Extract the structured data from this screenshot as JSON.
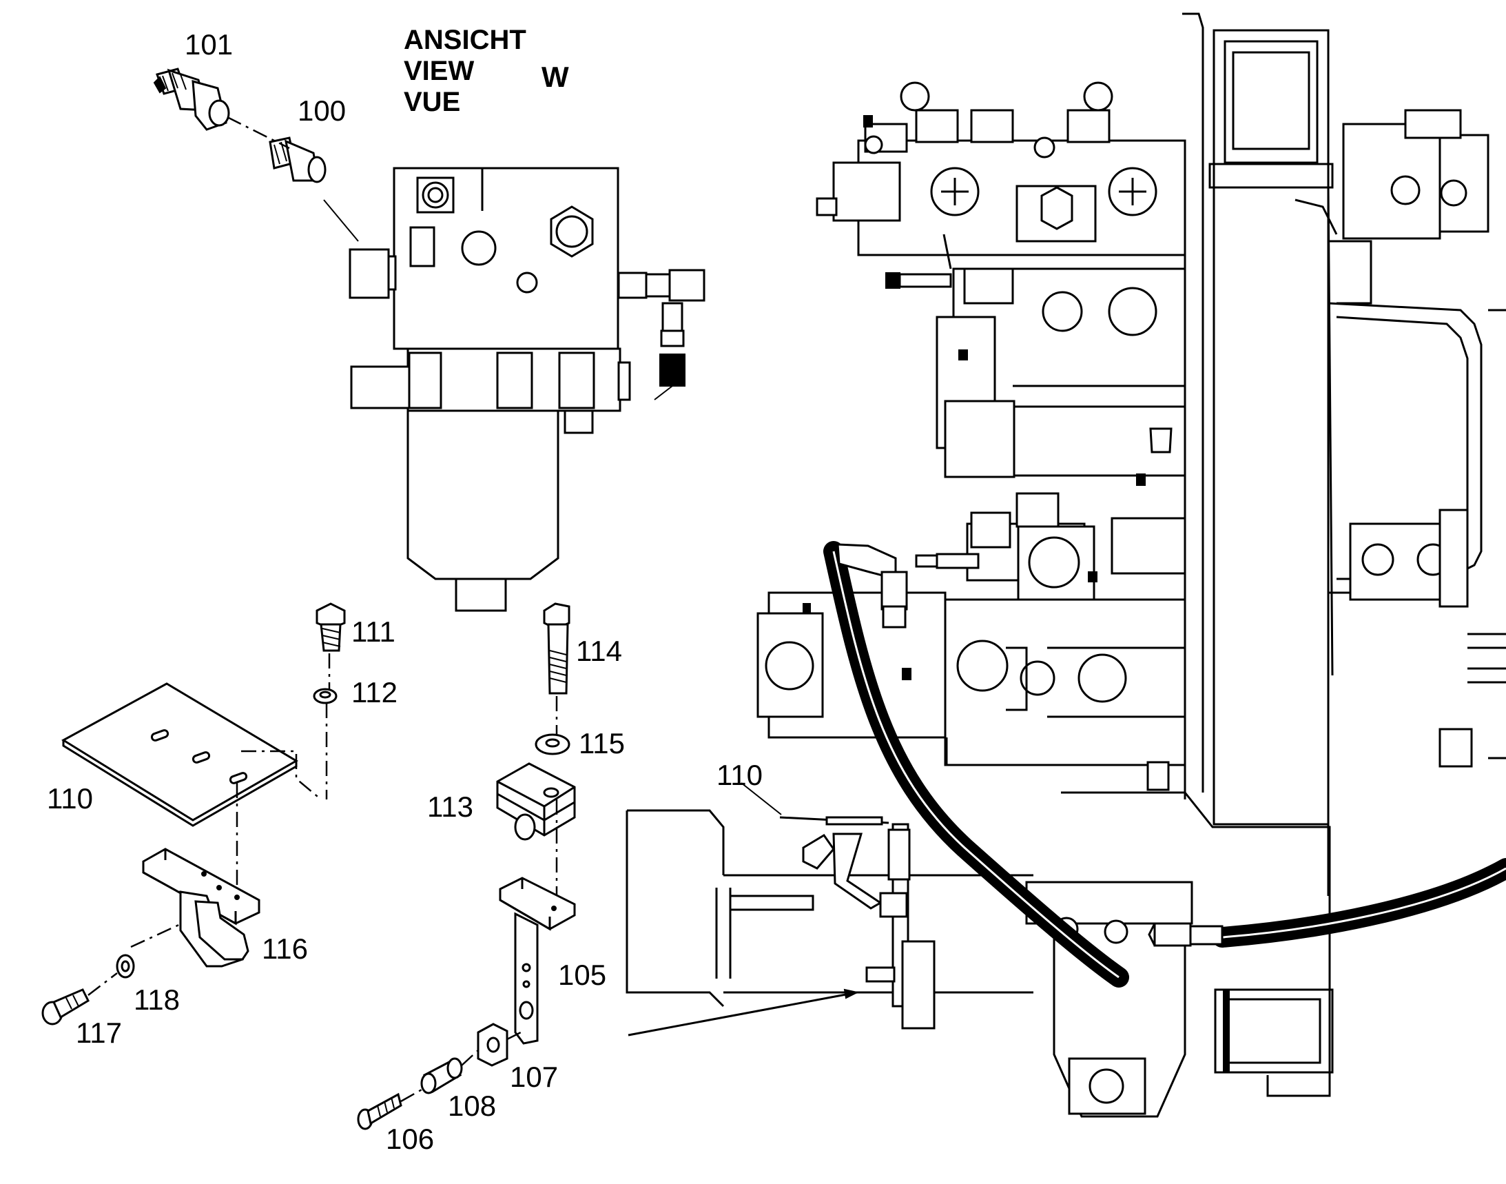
{
  "view_title": {
    "line1": "ANSICHT",
    "line2": "VIEW",
    "line3": "VUE",
    "letter": "W"
  },
  "part_labels": {
    "p100": "100",
    "p101": "101",
    "p105": "105",
    "p106": "106",
    "p107": "107",
    "p108": "108",
    "p110_plate": "110",
    "p110_assembly": "110",
    "p111": "111",
    "p112": "112",
    "p113": "113",
    "p114": "114",
    "p115": "115",
    "p116": "116",
    "p117": "117",
    "p118": "118"
  }
}
